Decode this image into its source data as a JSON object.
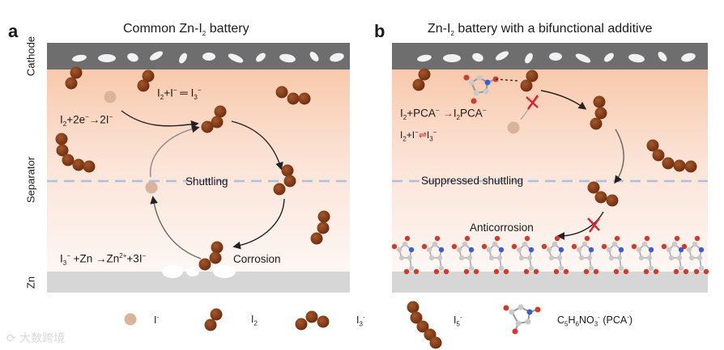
{
  "panel_a": {
    "letter": "a",
    "title_pre": "Common Zn-I",
    "title_sub": "2",
    "title_post": " battery",
    "eq_top": {
      "p1": "I",
      "s1": "2",
      "p2": "+I",
      "sup2": "−",
      "p3": " ═ I",
      "s3": "3",
      "sup3": "−"
    },
    "eq_left": {
      "p1": "I",
      "s1": "2",
      "p2": "+2e",
      "sup2": "−",
      "p3": "→2I",
      "sup3": "−"
    },
    "shuttling": "Shuttling",
    "corrosion": "Corrosion",
    "eq_bottom": {
      "p1": "I",
      "s1": "3",
      "sup1": "−",
      "p2": " +Zn →Zn",
      "sup2": "2+",
      "p3": "+3I",
      "sup3": "−"
    }
  },
  "panel_b": {
    "letter": "b",
    "title_pre": "Zn-I",
    "title_sub": "2",
    "title_post": " battery with a bifunctional additive",
    "eq_pca": {
      "p1": "I",
      "s1": "2",
      "p2": "+PCA",
      "sup2": "−",
      "p3": " ",
      "arrow": "→",
      "p4": "I",
      "s4": "2",
      "p5": "PCA",
      "sup5": "−"
    },
    "eq_tri": {
      "p1": "I",
      "s1": "2",
      "p2": "+I",
      "sup2": "−",
      "arrow": "⇌",
      "p3": "I",
      "s3": "3",
      "sup3": "−"
    },
    "suppressed": "Suppressed shuttling",
    "anticorrosion": "Anticorrosion"
  },
  "side_labels": {
    "cathode": "Cathode",
    "separator": "Separator",
    "zn": "Zn"
  },
  "legend": {
    "iodide": {
      "base": "I",
      "sup": "-"
    },
    "iodine": {
      "base": "I",
      "sub": "2"
    },
    "triiodide": {
      "base": "I",
      "sub": "3",
      "sup": "-"
    },
    "pentaiodide": {
      "base": "I",
      "sub": "5",
      "sup": "-"
    },
    "pca": {
      "p1": "C",
      "s1": "5",
      "p2": "H",
      "s2": "6",
      "p3": "NO",
      "s3": "3",
      "sup3": "-",
      "p4": " (PCA",
      "sup4": "-",
      "p5": ")"
    }
  },
  "watermark": "⟳ 大数跨境",
  "colors": {
    "iodine_brown": "#7b3513",
    "iodide_tan": "#d9b39a",
    "cathode_gray": "#6e6e6e",
    "zn_gray": "#d6d6d6",
    "separator_blue": "#a9c0e2",
    "gradient_peach": "#f8c9ac",
    "red_cross": "#d7262e"
  }
}
